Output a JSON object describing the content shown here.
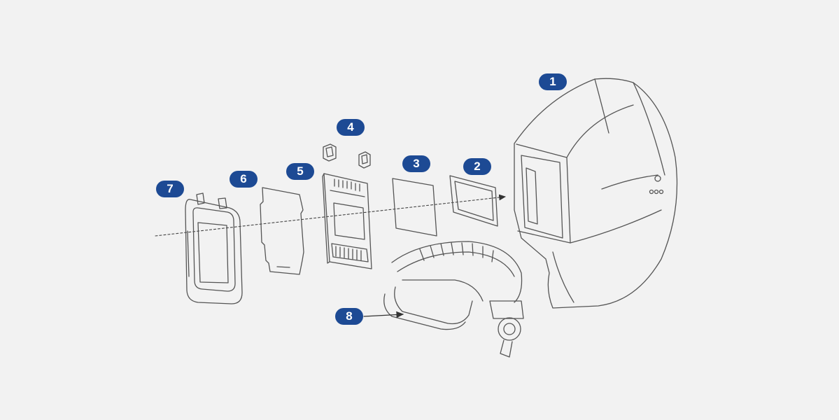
{
  "diagram": {
    "colors": {
      "badge": "#1d4a94",
      "line": "#555555",
      "background": "#f2f2f2"
    },
    "callouts": [
      {
        "id": "callout-1",
        "label": "1"
      },
      {
        "id": "callout-2",
        "label": "2"
      },
      {
        "id": "callout-3",
        "label": "3"
      },
      {
        "id": "callout-4",
        "label": "4"
      },
      {
        "id": "callout-5",
        "label": "5"
      },
      {
        "id": "callout-6",
        "label": "6"
      },
      {
        "id": "callout-7",
        "label": "7"
      },
      {
        "id": "callout-8",
        "label": "8"
      }
    ]
  }
}
